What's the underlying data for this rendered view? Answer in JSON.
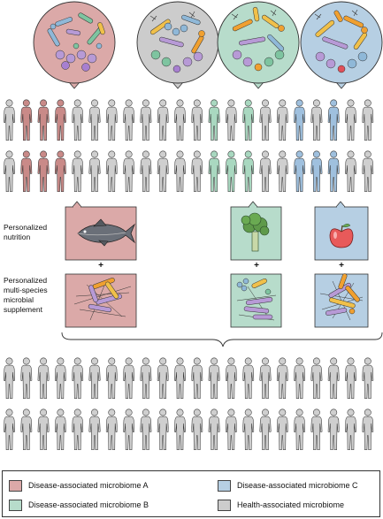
{
  "labels": {
    "personalized_nutrition": [
      "Personalized",
      "nutrition"
    ],
    "personalized_supplement": [
      "Personalized",
      "multi-species",
      "microbial",
      "supplement"
    ],
    "plus": "+"
  },
  "colors": {
    "microbiome_a": "#dba9a8",
    "microbiome_b": "#b7dccb",
    "microbiome_c": "#b6cfe3",
    "health": "#cccccc",
    "person_default": "#cfcfcf",
    "person_a": "#c98a88",
    "person_b": "#a9d8c0",
    "person_c": "#9fc0de"
  },
  "rows": {
    "row1": [
      "h",
      "a",
      "a",
      "a",
      "h",
      "h",
      "h",
      "h",
      "h",
      "h",
      "h",
      "h",
      "b",
      "h",
      "b",
      "h",
      "h",
      "c",
      "h",
      "c",
      "h",
      "h"
    ],
    "row2": [
      "h",
      "a",
      "a",
      "a",
      "h",
      "h",
      "h",
      "h",
      "h",
      "h",
      "h",
      "h",
      "b",
      "b",
      "b",
      "h",
      "h",
      "c",
      "c",
      "c",
      "h",
      "h"
    ],
    "row3": [
      "h",
      "h",
      "h",
      "h",
      "h",
      "h",
      "h",
      "h",
      "h",
      "h",
      "h",
      "h",
      "h",
      "h",
      "h",
      "h",
      "h",
      "h",
      "h",
      "h",
      "h",
      "h"
    ],
    "row4": [
      "h",
      "h",
      "h",
      "h",
      "h",
      "h",
      "h",
      "h",
      "h",
      "h",
      "h",
      "h",
      "h",
      "h",
      "h",
      "h",
      "h",
      "h",
      "h",
      "h",
      "h",
      "h"
    ]
  },
  "food_icons": [
    "fish-icon",
    "broccoli-icon",
    "apple-icon"
  ],
  "legend": [
    {
      "label": "Disease-associated microbiome A",
      "color": "#dba9a8"
    },
    {
      "label": "Disease-associated microbiome C",
      "color": "#b6cfe3"
    },
    {
      "label": "Disease-associated microbiome B",
      "color": "#b7dccb"
    },
    {
      "label": "Health-associated microbiome",
      "color": "#cccccc"
    }
  ]
}
